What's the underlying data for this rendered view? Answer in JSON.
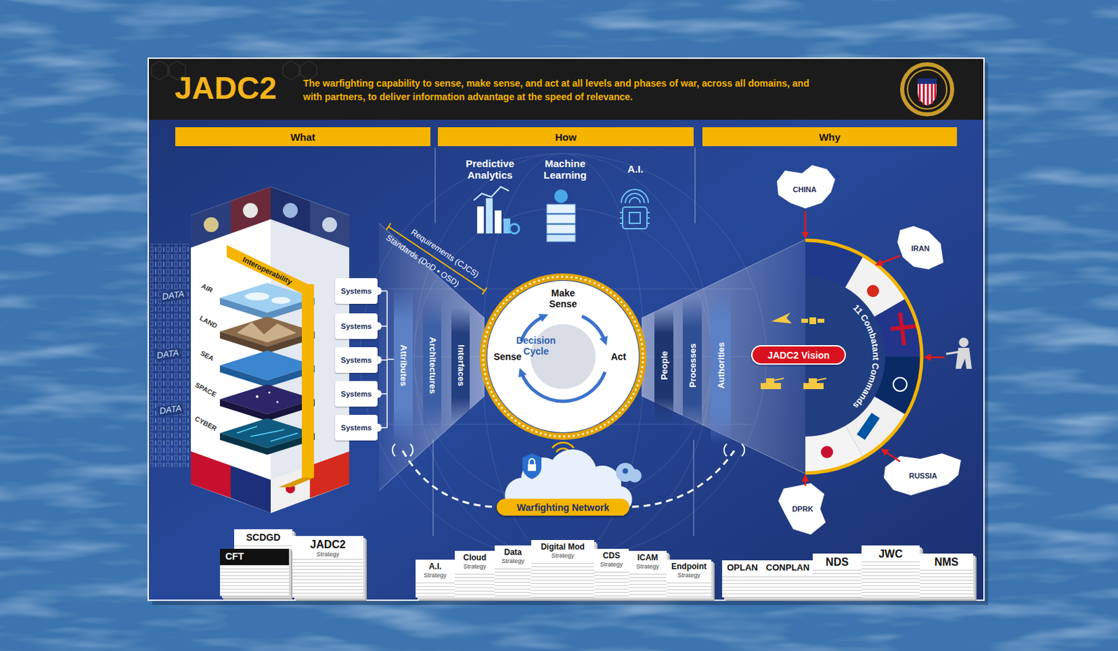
{
  "diagram": {
    "title": "JADC2",
    "nodes": [
      {
        "text": [
          "What"
        ]
      },
      {
        "text": [
          "How"
        ]
      },
      {
        "text": [
          "Why"
        ]
      },
      {
        "text": [
          "Systems"
        ]
      },
      {
        "text": [
          "Systems"
        ]
      },
      {
        "text": [
          "Systems"
        ]
      },
      {
        "text": [
          "Systems"
        ]
      },
      {
        "text": [
          "Systems"
        ]
      },
      {
        "text": [
          "Attributes"
        ]
      },
      {
        "text": [
          "Architectures"
        ]
      },
      {
        "text": [
          "Interfaces"
        ]
      },
      {
        "text": [
          "Make Sense",
          "Sense",
          "Act"
        ]
      },
      {
        "text": [
          "Decision Cycle"
        ],
        "in": 11
      },
      {
        "text": [
          "People"
        ]
      },
      {
        "text": [
          "Processes"
        ]
      },
      {
        "text": [
          "Authorities"
        ]
      },
      {
        "text": [
          "JADC2 Vision"
        ]
      },
      {
        "text": [
          "Warfighting Network"
        ]
      },
      {
        "text": [
          "SCDGD"
        ]
      },
      {
        "text": [
          "CFT"
        ]
      },
      {
        "text": [
          "JADC2",
          "Strategy"
        ]
      },
      {
        "text": [
          "A.I.",
          "Strategy"
        ]
      },
      {
        "text": [
          "Cloud",
          "Strategy"
        ]
      },
      {
        "text": [
          "Data",
          "Strategy"
        ]
      },
      {
        "text": [
          "Digital Mod",
          "Strategy"
        ]
      },
      {
        "text": [
          "CDS",
          "Strategy"
        ]
      },
      {
        "text": [
          "ICAM",
          "Strategy"
        ]
      },
      {
        "text": [
          "Endpoint",
          "Strategy"
        ]
      },
      {
        "text": [
          "OPLAN"
        ]
      },
      {
        "text": [
          "CONPLAN"
        ]
      },
      {
        "text": [
          "NDS"
        ]
      },
      {
        "text": [
          "JWC"
        ]
      },
      {
        "text": [
          "NMS"
        ]
      }
    ],
    "labels": [
      "The warfighting capability to sense, make sense, and act at all levels and phases of war, across all domains, and with partners, to deliver information advantage at the speed of relevance.",
      "Interoperability",
      "AIR",
      "LAND",
      "SEA",
      "SPACE",
      "CYBER",
      "DATA",
      "DATA",
      "DATA",
      "Requirements (CJCS)",
      "Standards (DoD • OSD)",
      "Predictive Analytics",
      "Machine Learning",
      "A.I.",
      "11 Combatant Commands",
      "CHINA",
      "IRAN",
      "RUSSIA",
      "DPRK"
    ]
  }
}
